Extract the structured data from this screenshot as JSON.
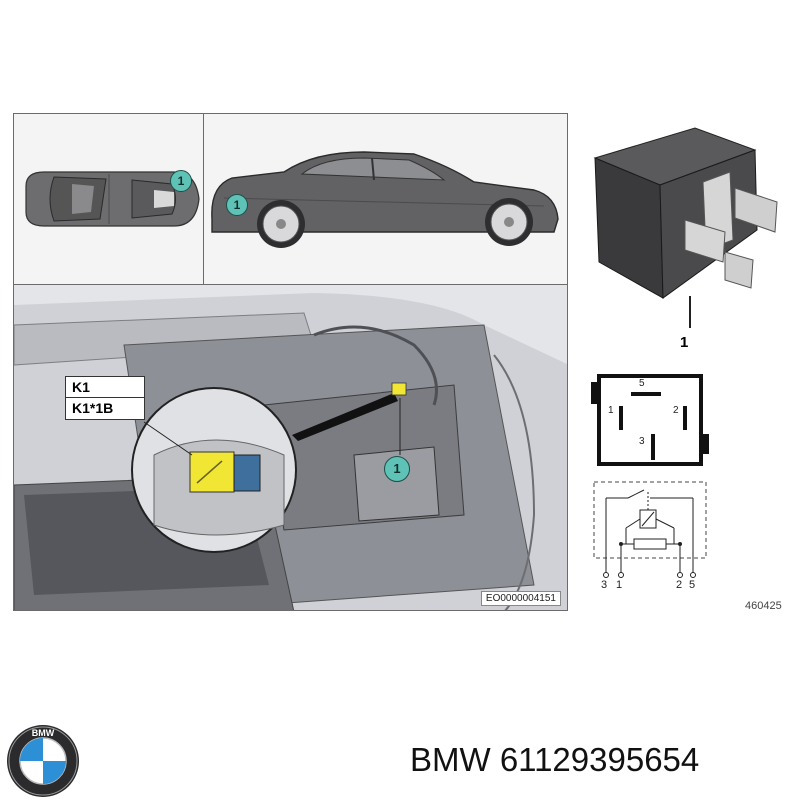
{
  "callout": {
    "line1": "K1",
    "line2": "K1*1B"
  },
  "markers": {
    "top_view": "1",
    "side_view": "1",
    "trunk": "1"
  },
  "reference_code": "EO0000004151",
  "relay": {
    "label": "1"
  },
  "pinout": {
    "pin5": "5",
    "pin1": "1",
    "pin2": "2",
    "pin3": "3"
  },
  "schematic": {
    "pins": [
      "3",
      "1",
      "2",
      "5"
    ]
  },
  "figure_number": "460425",
  "part": {
    "brand": "BMW",
    "number": "61129395654",
    "title": "BMW 61129395654"
  },
  "logo": {
    "text": "BMW"
  },
  "colors": {
    "marker": "#5fc2b6",
    "relay_highlight": "#f2e635",
    "relay_socket": "#3f6f9c",
    "panel_border": "#6b6b6b"
  }
}
